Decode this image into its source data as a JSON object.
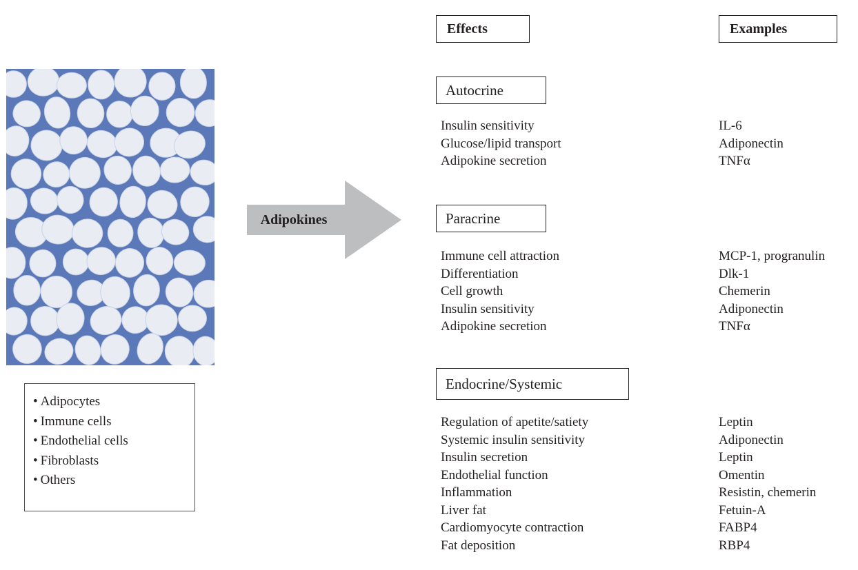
{
  "cell_types": [
    "Adipocytes",
    "Immune cells",
    "Endothelial cells",
    "Fibroblasts",
    "Others"
  ],
  "arrow_label": "Adipokines",
  "headers": {
    "effects": "Effects",
    "examples": "Examples"
  },
  "sections": [
    {
      "title": "Autocrine",
      "effects": [
        "Insulin sensitivity",
        "Glucose/lipid transport",
        "Adipokine secretion"
      ],
      "examples": [
        "IL-6",
        "Adiponectin",
        "TNFα"
      ]
    },
    {
      "title": "Paracrine",
      "effects": [
        "Immune cell attraction",
        "Differentiation",
        "Cell growth",
        "Insulin sensitivity",
        "Adipokine secretion"
      ],
      "examples": [
        "MCP-1, progranulin",
        "Dlk-1",
        "Chemerin",
        "Adiponectin",
        "TNFα"
      ]
    },
    {
      "title": "Endocrine/Systemic",
      "effects": [
        "Regulation of apetite/satiety",
        "Systemic insulin sensitivity",
        "Insulin secretion",
        "Endothelial function",
        "Inflammation",
        "Liver fat",
        "Cardiomyocyte contraction",
        "Fat deposition"
      ],
      "examples": [
        "Leptin",
        "Adiponectin",
        "Leptin",
        "Omentin",
        "Resistin, chemerin",
        "Fetuin-A",
        "FABP4",
        "RBP4"
      ]
    }
  ],
  "colors": {
    "tissue_background": "#5b78b8",
    "cell_fill": "#e9edf3",
    "arrow": "#bcbec0",
    "text": "#231f20"
  }
}
